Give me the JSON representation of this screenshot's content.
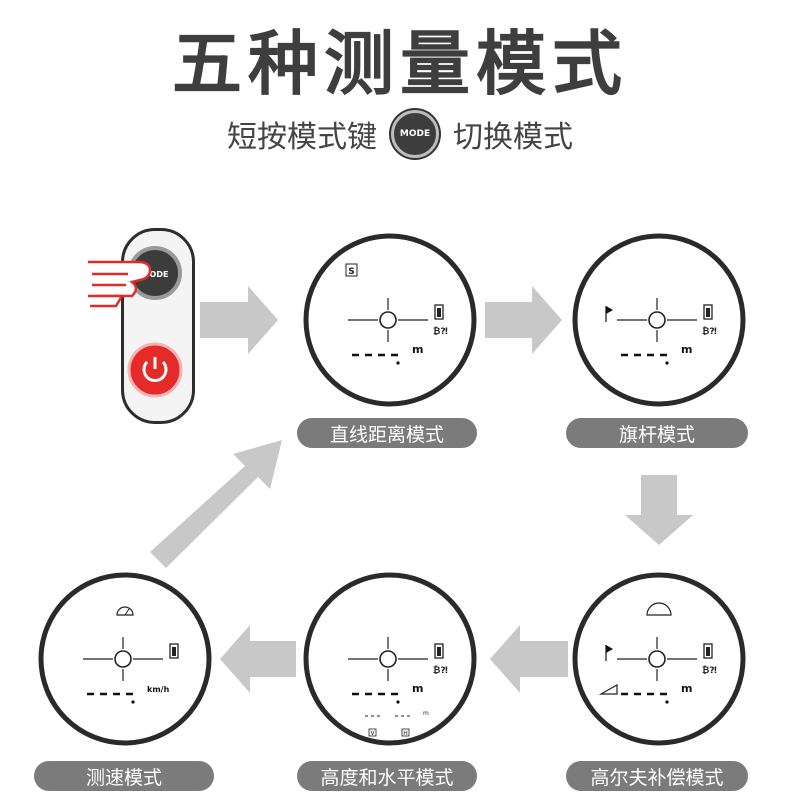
{
  "title": "五种测量模式",
  "subtitle": {
    "prefix": "短按模式键",
    "button_label": "MODE",
    "suffix": "切换模式"
  },
  "device": {
    "mode_button_label": "MODE",
    "accent_color": "#e52a2a"
  },
  "modes": [
    {
      "label": "直线距离模式",
      "display": {
        "unit": "m",
        "badge": "S"
      }
    },
    {
      "label": "旗杆模式",
      "display": {
        "unit": "m"
      }
    },
    {
      "label": "高尔夫补偿模式",
      "display": {
        "unit": "m"
      }
    },
    {
      "label": "高度和水平模式",
      "display": {
        "unit": "m",
        "small_unit": "m",
        "v_label": "V",
        "h_label": "H"
      }
    },
    {
      "label": "测速模式",
      "display": {
        "unit": "km/h"
      }
    }
  ],
  "colors": {
    "label_bg": "#7b7b7b",
    "arrow": "#c8c8c8",
    "title": "#3e3e3e"
  }
}
